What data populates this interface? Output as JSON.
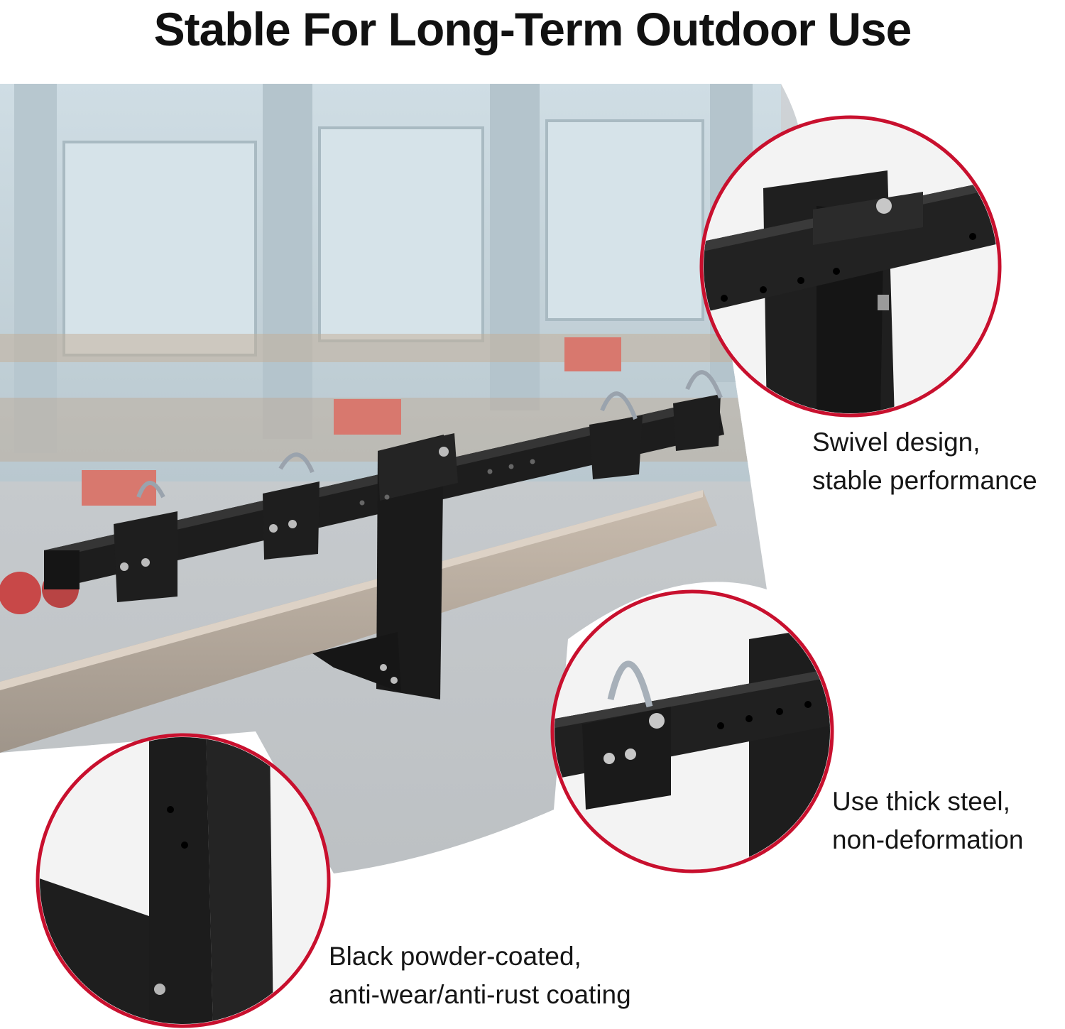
{
  "headline": "Stable For Long-Term Outdoor Use",
  "accent_color": "#c8102e",
  "callouts": [
    {
      "id": "swivel",
      "lines": [
        "Swivel design,",
        "stable performance"
      ]
    },
    {
      "id": "steel",
      "lines": [
        "Use thick steel,",
        "non-deformation"
      ]
    },
    {
      "id": "coating",
      "lines": [
        "Black powder-coated,",
        "anti-wear/anti-rust coating"
      ]
    }
  ]
}
